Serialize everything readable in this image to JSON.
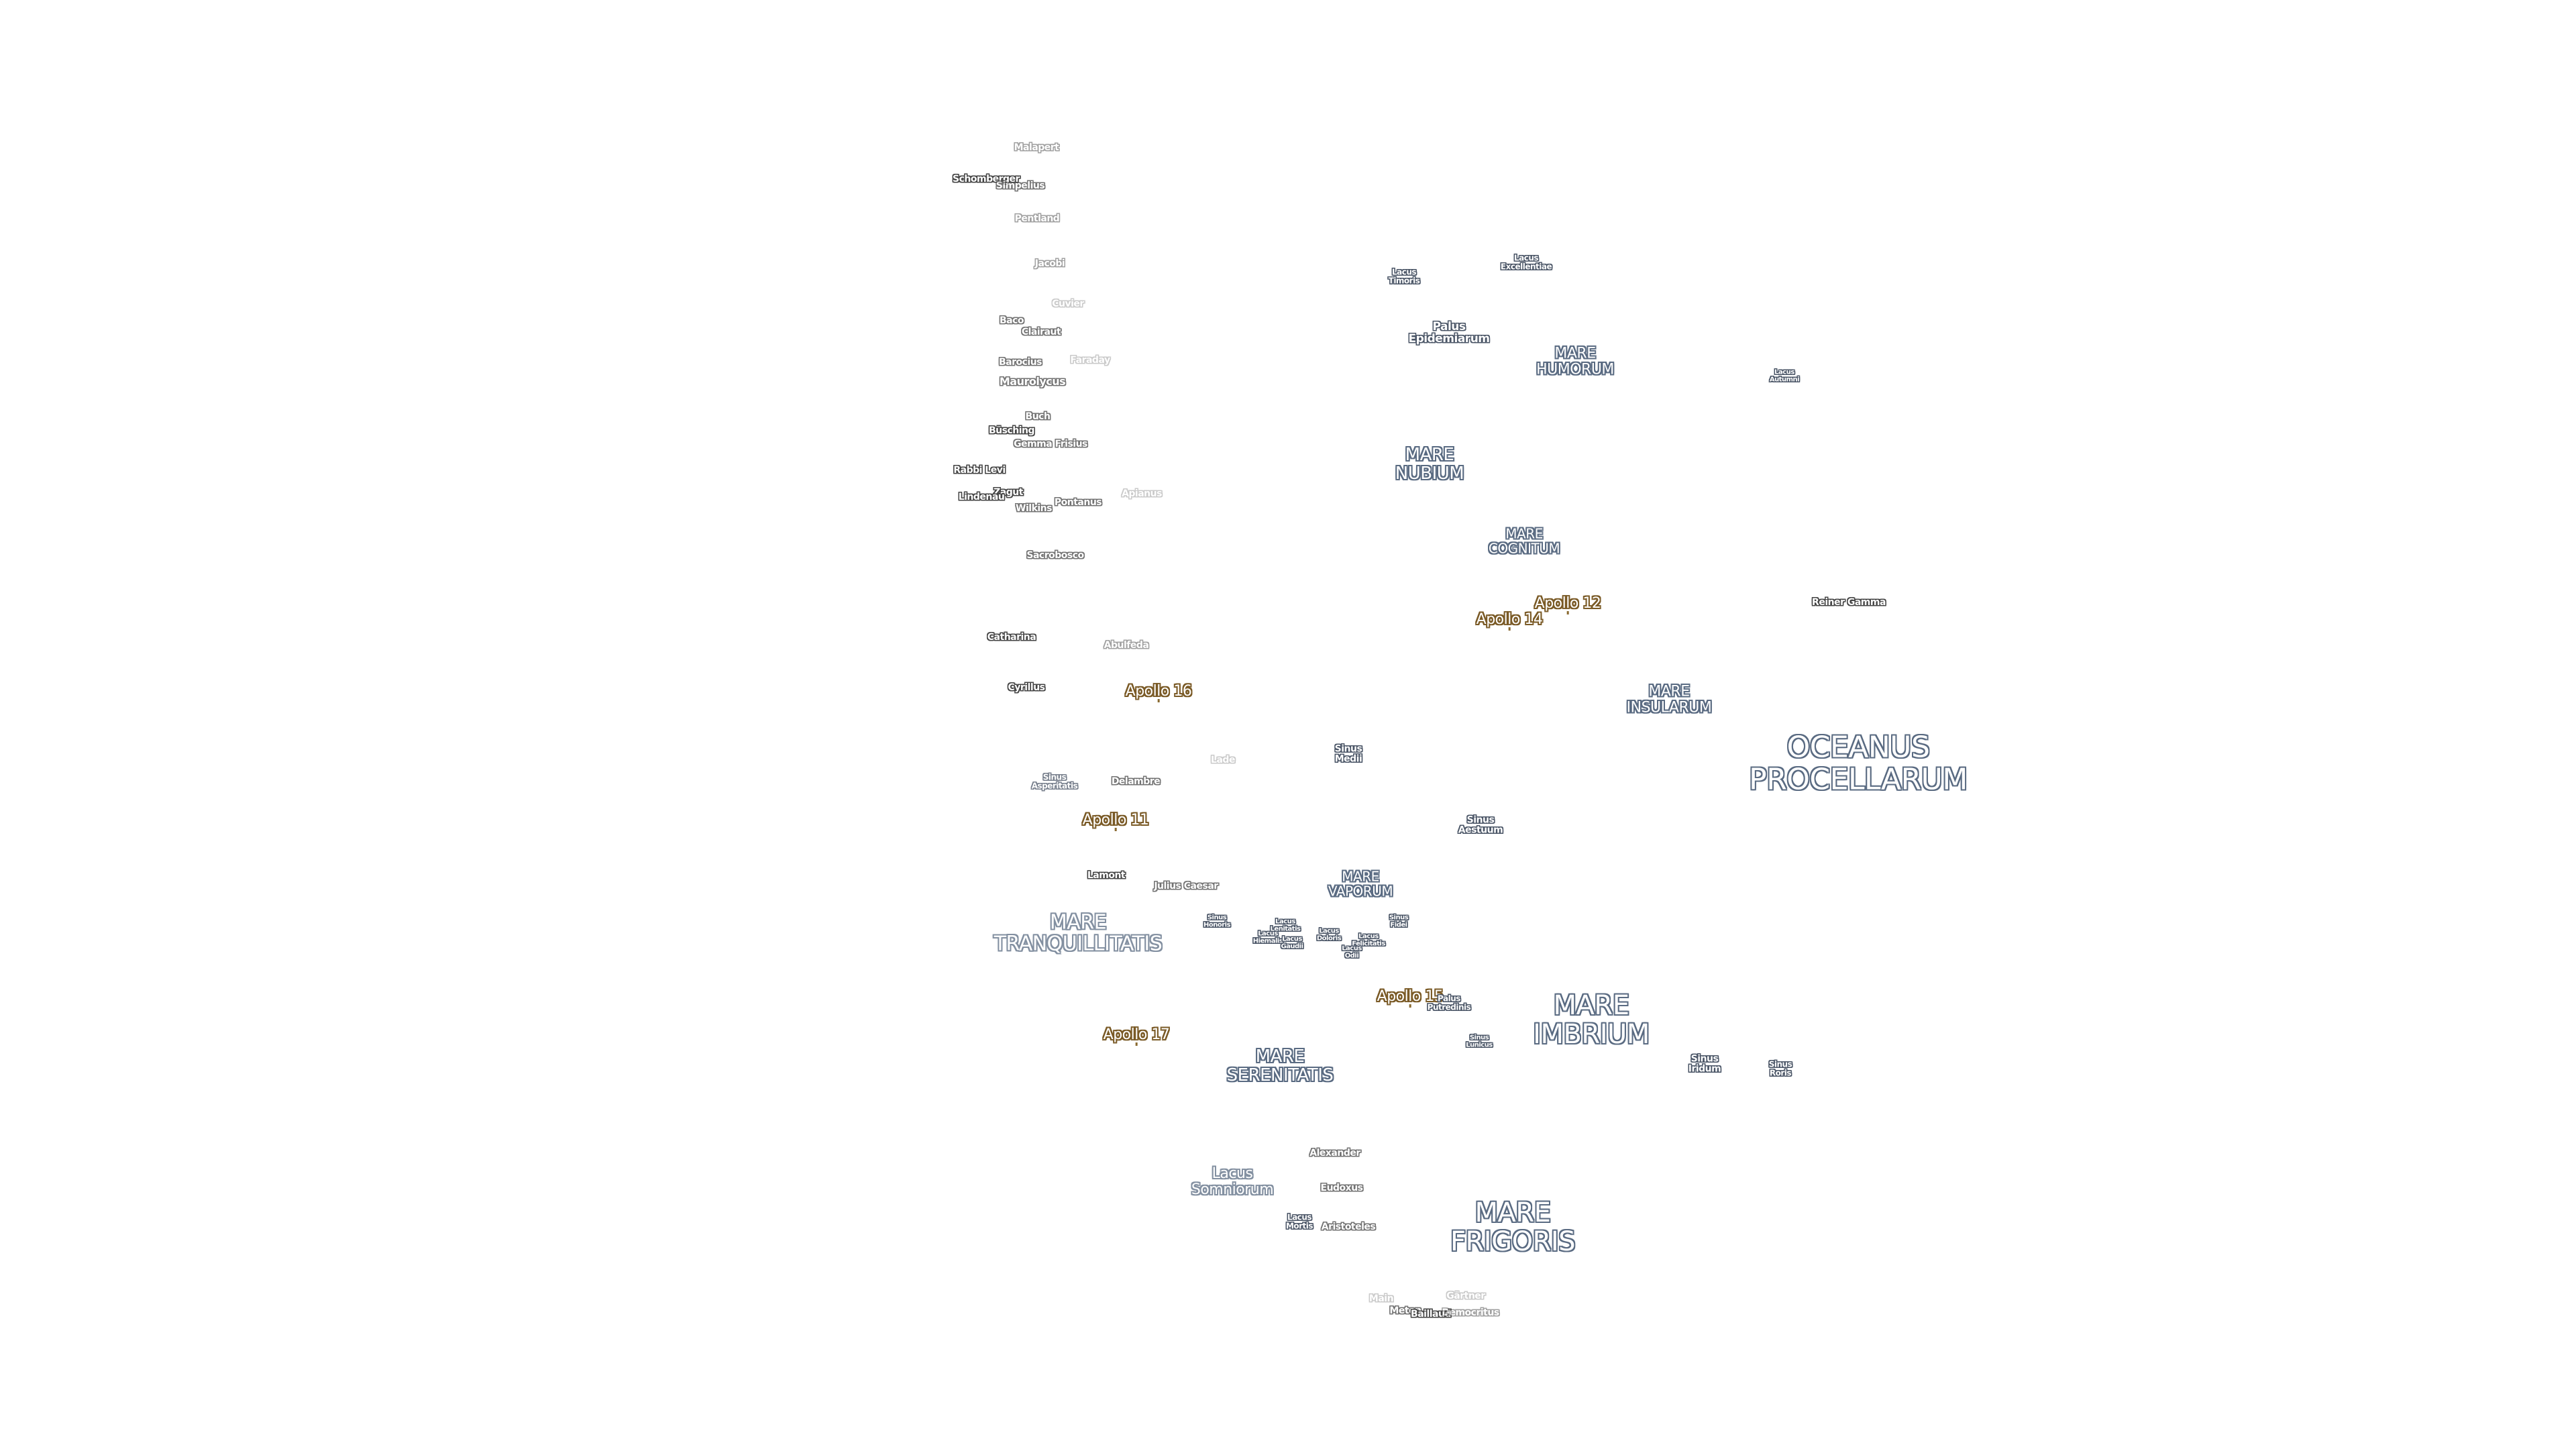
{
  "map": {
    "maria": {
      "oceanus_procellarum": "OCEANUS\nPROCELLARUM",
      "mare_imbrium": "MARE\nIMBRIUM",
      "mare_frigoris": "MARE\nFRIGORIS",
      "mare_serenitatis": "MARE\nSERENITATIS",
      "mare_tranquillitatis": "MARE\nTRANQUILLITATIS",
      "mare_nubium": "MARE\nNUBIUM",
      "mare_humorum": "MARE\nHUMORUM",
      "mare_cognitum": "MARE\nCOGNITUM",
      "mare_insularum": "MARE\nINSULARUM",
      "mare_vaporum": "MARE\nVAPORUM",
      "lacus_somniorum": "Lacus\nSomniorum"
    },
    "apollo_sites": {
      "apollo_11": "Apollo 11",
      "apollo_12": "Apollo 12",
      "apollo_14": "Apollo 14",
      "apollo_15": "Apollo 15",
      "apollo_16": "Apollo 16",
      "apollo_17": "Apollo 17"
    },
    "features": {
      "malapert": "Malapert",
      "schomberger": "Schomberger",
      "simpelius": "Simpelius",
      "pentland": "Pentland",
      "jacobi": "Jacobi",
      "cuvier": "Cuvier",
      "baco": "Baco",
      "clairaut": "Clairaut",
      "barocius": "Barocius",
      "faraday": "Faraday",
      "maurolycus": "Maurolycus",
      "buch": "Buch",
      "busching": "Büsching",
      "gemma_frisius": "Gemma Frisius",
      "rabbi_levi": "Rabbi Levi",
      "zagut": "Zagut",
      "lindenau": "Lindenau",
      "wilkins": "Wilkins",
      "pontanus": "Pontanus",
      "apianus": "Apianus",
      "sacrobosco": "Sacrobosco",
      "catharina": "Catharina",
      "abulfeda": "Abulfeda",
      "cyrillus": "Cyrillus",
      "lade": "Lade",
      "sinus_asperitatis": "Sinus\nAsperitatis",
      "delambre": "Delambre",
      "lamont": "Lamont",
      "julius_caesar": "Julius Caesar",
      "sinus_honoris": "Sinus\nHonoris",
      "lacus_lenitatis": "Lacus\nLenitatis",
      "lacus_hiemalis": "Lacus\nHiemalis",
      "lacus_gaudii": "Lacus\nGaudii",
      "lacus_doloris": "Lacus\nDoloris",
      "lacus_felicitatis": "Lacus\nFelicitatis",
      "lacus_odii": "Lacus\nOdii",
      "sinus_fidei": "Sinus\nFidei",
      "sinus_medii": "Sinus\nMedii",
      "sinus_aestuum": "Sinus\nAestuum",
      "palus_putredinis": "Palus\nPutredinis",
      "sinus_lunicus": "Sinus\nLunicus",
      "sinus_iridum": "Sinus\nIridum",
      "sinus_roris": "Sinus\nRoris",
      "lacus_timoris": "Lacus\nTimoris",
      "lacus_excellentiae": "Lacus\nExcellentiae",
      "palus_epidemiarum": "Palus\nEpidemiarum",
      "lacus_autumni": "Lacus\nAutumni",
      "reiner_gamma": "Reiner Gamma",
      "alexander": "Alexander",
      "eudoxus": "Eudoxus",
      "lacus_mortis": "Lacus\nMortis",
      "aristoteles": "Aristoteles",
      "main": "Main",
      "gartner": "Gärtner",
      "meton": "Meton",
      "baillaud": "Baillaud",
      "democritus": "Democritus"
    }
  }
}
